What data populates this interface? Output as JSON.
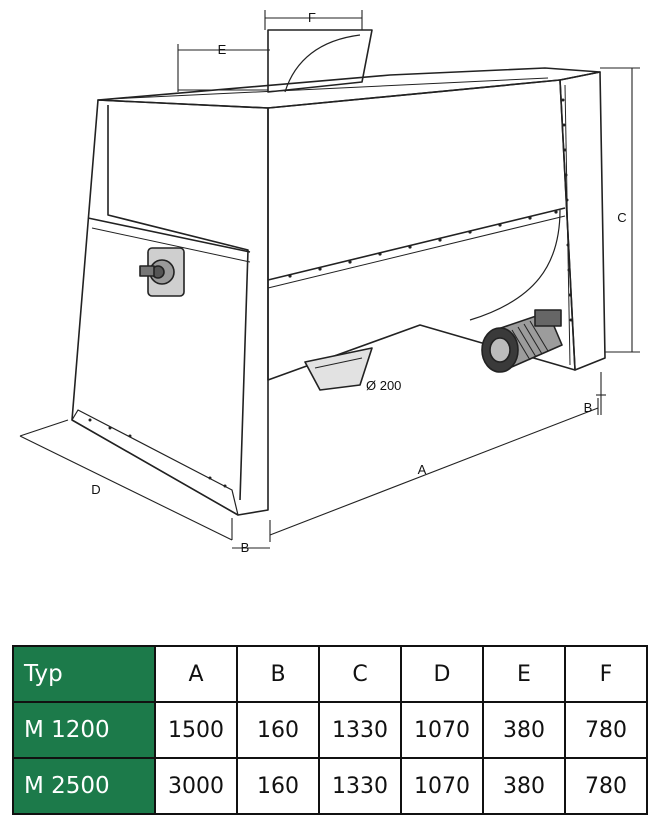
{
  "diagram": {
    "labels": {
      "A": "A",
      "B_front": "B",
      "B_right": "B",
      "C": "C",
      "D": "D",
      "E": "E",
      "F": "F",
      "outlet": "Ø 200"
    }
  },
  "table": {
    "header": [
      "Typ",
      "A",
      "B",
      "C",
      "D",
      "E",
      "F"
    ],
    "rows": [
      [
        "M 1200",
        "1500",
        "160",
        "1330",
        "1070",
        "380",
        "780"
      ],
      [
        "M 2500",
        "3000",
        "160",
        "1330",
        "1070",
        "380",
        "780"
      ]
    ],
    "colors": {
      "header_cell_bg": "#1c7a4a",
      "header_cell_text": "#ffffff"
    }
  }
}
